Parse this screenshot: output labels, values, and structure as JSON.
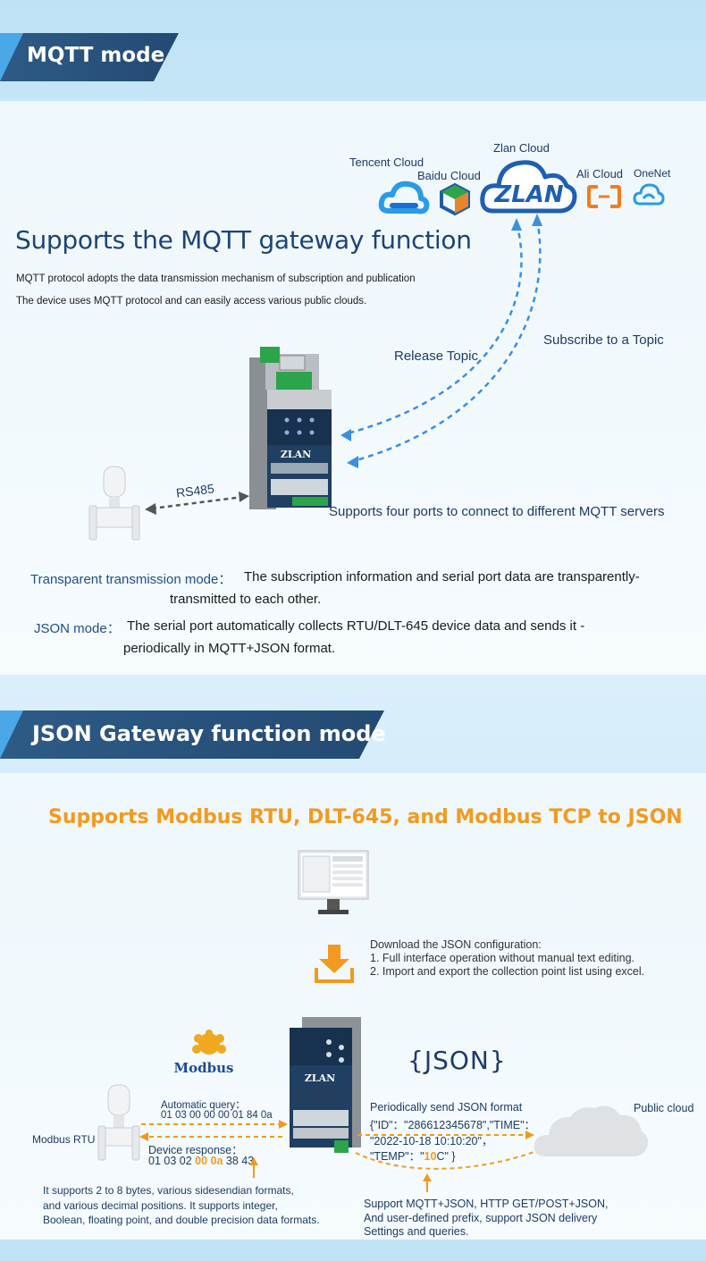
{
  "section1": {
    "banner": "MQTT mode",
    "heading": "Supports the MQTT gateway function",
    "line1": "MQTT protocol adopts the data transmission mechanism of subscription and publication",
    "line2": "The device uses MQTT protocol and can easily access various public clouds.",
    "clouds": {
      "tencent": "Tencent Cloud",
      "baidu": "Baidu Cloud",
      "zlan": "Zlan Cloud",
      "ali": "Ali Cloud",
      "onenet": "OneNet",
      "zlan_logo": "ZLAN"
    },
    "release_topic": "Release Topic",
    "subscribe_topic": "Subscribe to a Topic",
    "rs485": "RS485",
    "four_ports": "Supports four ports to connect to different MQTT servers",
    "device_brand": "ZLAN",
    "transparent_label": "Transparent transmission mode：",
    "transparent_text1": "The subscription information and serial port data are transparently-",
    "transparent_text2": "transmitted to each other.",
    "json_label": "JSON mode：",
    "json_text1": "The serial port automatically collects RTU/DLT-645 device data and sends it -",
    "json_text2": "periodically in MQTT+JSON format."
  },
  "section2": {
    "banner": "JSON Gateway function mode",
    "heading": "Supports Modbus RTU, DLT-645, and Modbus TCP to JSON",
    "download_title": "Download the JSON configuration:",
    "download_1": "1. Full interface operation without manual text editing.",
    "download_2": "2. Import and export the collection point list using excel.",
    "modbus_logo": "Modbus",
    "json_logo": "{JSON}",
    "device_brand": "ZLAN",
    "auto_query_label": "Automatic query：",
    "auto_query_value": "01 03 00 00 00 01 84 0a",
    "modbus_rtu": "Modbus RTU",
    "device_response_label": "Device response：",
    "device_response_a": "01 03 02 ",
    "device_response_b": "00 0a",
    "device_response_c": " 38 43",
    "periodic_title": "Periodically send JSON format",
    "periodic_1": "{\"ID\"：\"286612345678\",\"TIME\"：",
    "periodic_2": "\"2022-10-18 10:10:20\"，",
    "periodic_3a": "\"TEMP\"：\"",
    "periodic_3b": "10",
    "periodic_3c": "C\" }",
    "public_cloud": "Public cloud",
    "support_1": "It supports 2 to 8 bytes, various sidesendian formats,",
    "support_2": "and various decimal positions. It supports integer,",
    "support_3": "Boolean, floating point, and double precision data formats.",
    "mqtt_1": "Support MQTT+JSON, HTTP GET/POST+JSON,",
    "mqtt_2": "And user-defined prefix, support JSON delivery",
    "mqtt_3": "Settings and queries."
  },
  "colors": {
    "banner": "#2d5b86",
    "accent": "#4aa7e8",
    "heading_orange": "#f39a1e",
    "dashed_blue": "#3a8fe0",
    "dashed_orange": "#f39a1e"
  }
}
